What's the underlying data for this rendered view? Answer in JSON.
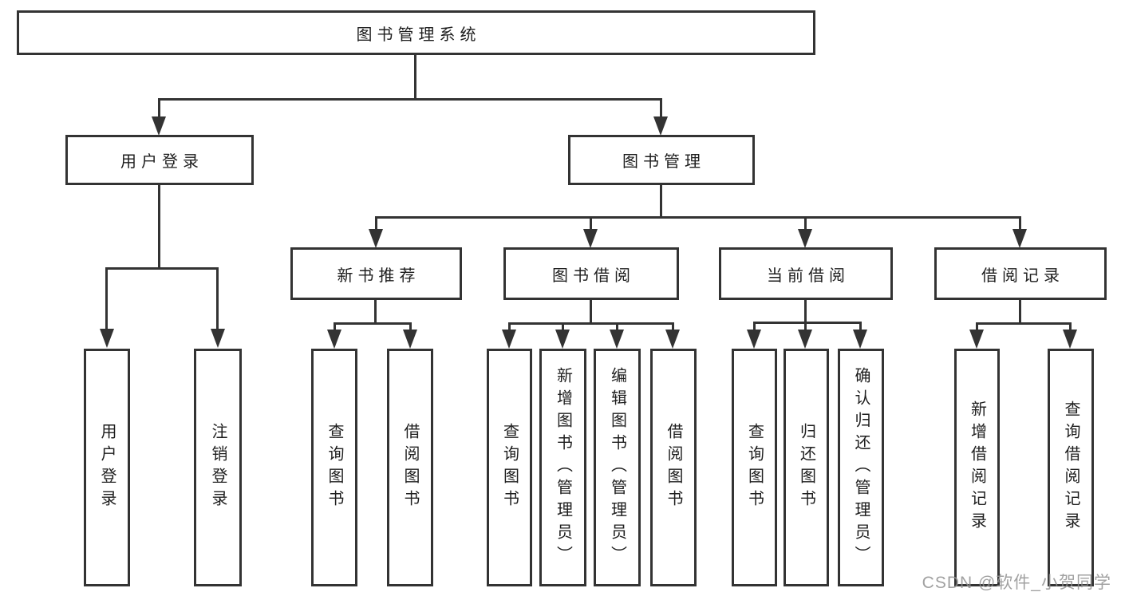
{
  "page": {
    "background": "#ffffff"
  },
  "colors": {
    "line": "#333333",
    "text": "#1e1e1e",
    "box_background": "#ffffff",
    "watermark": "#919191"
  },
  "watermark": "CSDN @软件_小贺同学",
  "tree": {
    "label": "图书管理系统",
    "children": [
      {
        "label": "用户登录",
        "children": [
          {
            "label": "用户登录"
          },
          {
            "label": "注销登录"
          }
        ]
      },
      {
        "label": "图书管理",
        "children": [
          {
            "label": "新书推荐",
            "children": [
              {
                "label": "查询图书"
              },
              {
                "label": "借阅图书"
              }
            ]
          },
          {
            "label": "图书借阅",
            "children": [
              {
                "label": "查询图书"
              },
              {
                "label": "新增图书（管理员）"
              },
              {
                "label": "编辑图书（管理员）"
              },
              {
                "label": "借阅图书"
              }
            ]
          },
          {
            "label": "当前借阅",
            "children": [
              {
                "label": "查询图书"
              },
              {
                "label": "归还图书"
              },
              {
                "label": "确认归还（管理员）"
              }
            ]
          },
          {
            "label": "借阅记录",
            "children": [
              {
                "label": "新增借阅记录"
              },
              {
                "label": "查询借阅记录"
              }
            ]
          }
        ]
      }
    ]
  }
}
